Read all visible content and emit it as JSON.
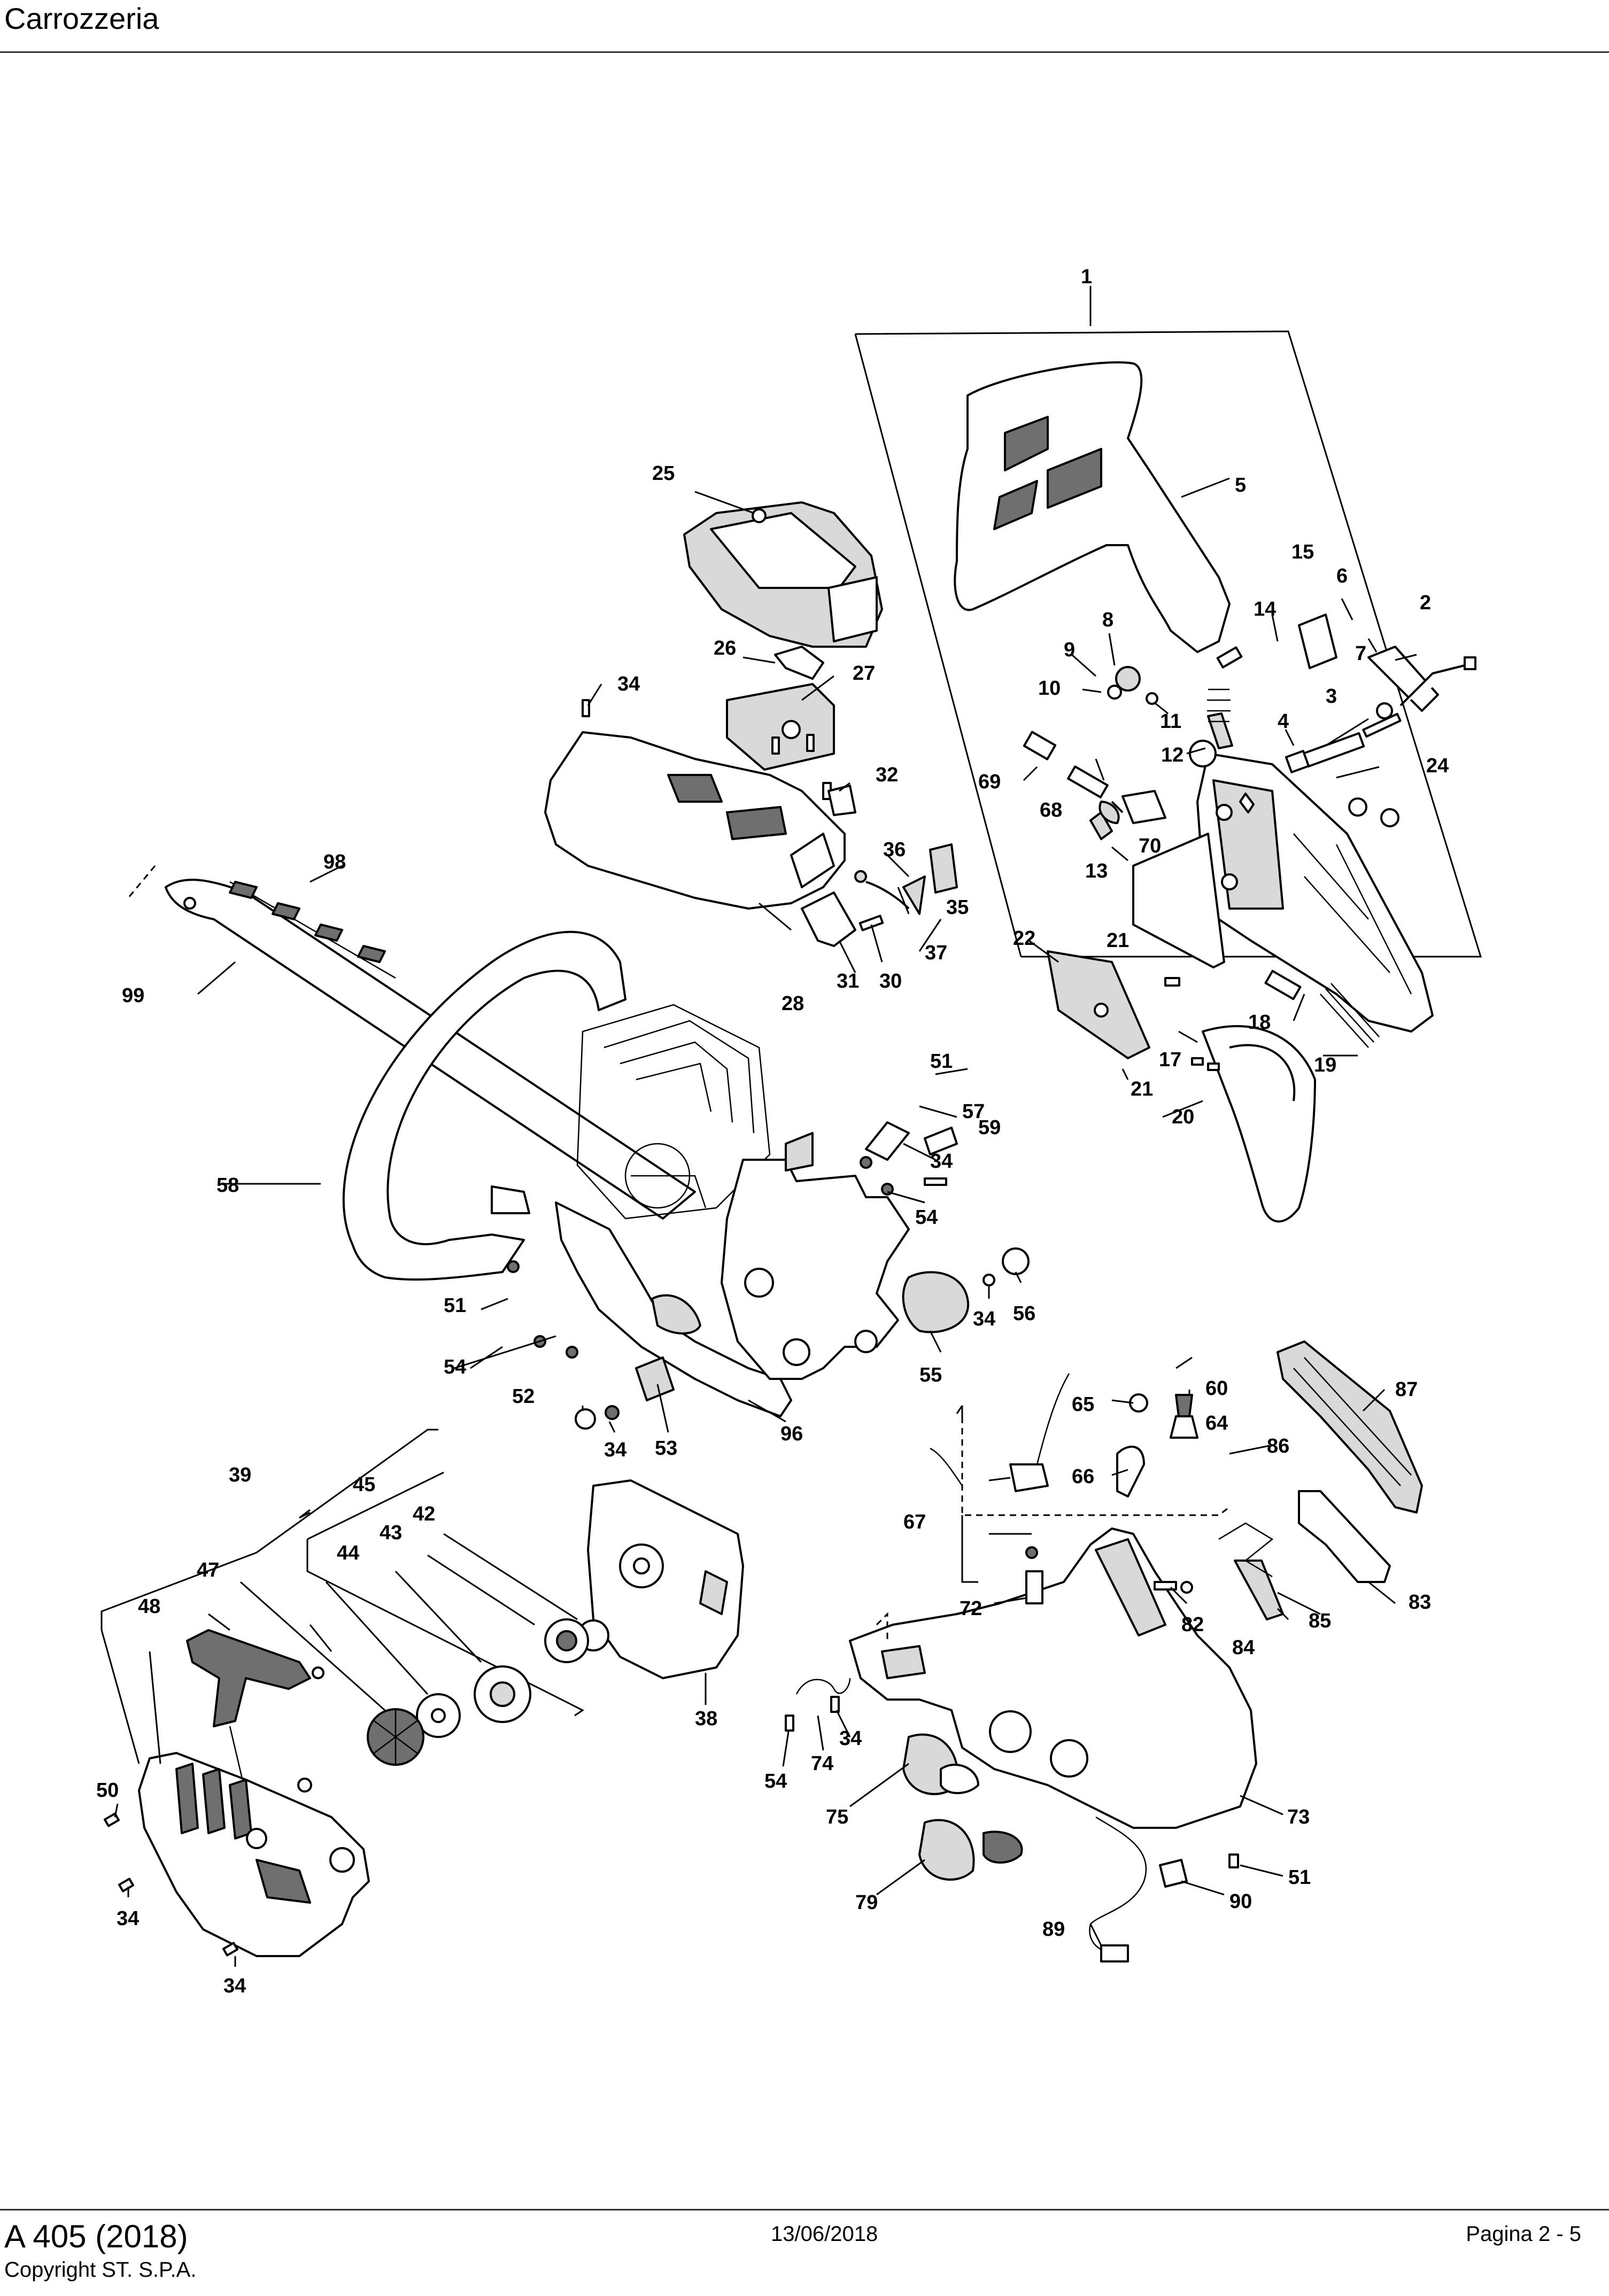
{
  "header": {
    "title": "Carrozzeria"
  },
  "footer": {
    "model": "A 405 (2018)",
    "copyright": "Copyright ST. S.P.A.",
    "date": "13/06/2018",
    "page": "Pagina 2 - 5"
  },
  "diagram": {
    "callouts": {
      "n1": "1",
      "n2": "2",
      "n3": "3",
      "n4": "4",
      "n5": "5",
      "n6": "6",
      "n7": "7",
      "n8": "8",
      "n9": "9",
      "n10": "10",
      "n11": "11",
      "n12": "12",
      "n13": "13",
      "n14": "14",
      "n15": "15",
      "n17": "17",
      "n18": "18",
      "n19": "19",
      "n20": "20",
      "n21a": "21",
      "n21b": "21",
      "n22": "22",
      "n24": "24",
      "n25": "25",
      "n26": "26",
      "n27": "27",
      "n28": "28",
      "n30": "30",
      "n31": "31",
      "n32": "32",
      "n34a": "34",
      "n34b": "34",
      "n34c": "34",
      "n34d": "34",
      "n34e": "34",
      "n34f": "34",
      "n34g": "34",
      "n35": "35",
      "n36": "36",
      "n37": "37",
      "n38": "38",
      "n39": "39",
      "n42": "42",
      "n43": "43",
      "n44": "44",
      "n45": "45",
      "n47": "47",
      "n48": "48",
      "n50": "50",
      "n51a": "51",
      "n51b": "51",
      "n51c": "51",
      "n52": "52",
      "n53": "53",
      "n54a": "54",
      "n54b": "54",
      "n54c": "54",
      "n55": "55",
      "n56": "56",
      "n57": "57",
      "n58": "58",
      "n59": "59",
      "n60": "60",
      "n64": "64",
      "n65": "65",
      "n66": "66",
      "n67": "67",
      "n68": "68",
      "n69": "69",
      "n70": "70",
      "n72": "72",
      "n73": "73",
      "n74": "74",
      "n75": "75",
      "n79": "79",
      "n82": "82",
      "n83": "83",
      "n84": "84",
      "n85": "85",
      "n86": "86",
      "n87": "87",
      "n89": "89",
      "n90": "90",
      "n96": "96",
      "n98": "98",
      "n99": "99"
    }
  }
}
